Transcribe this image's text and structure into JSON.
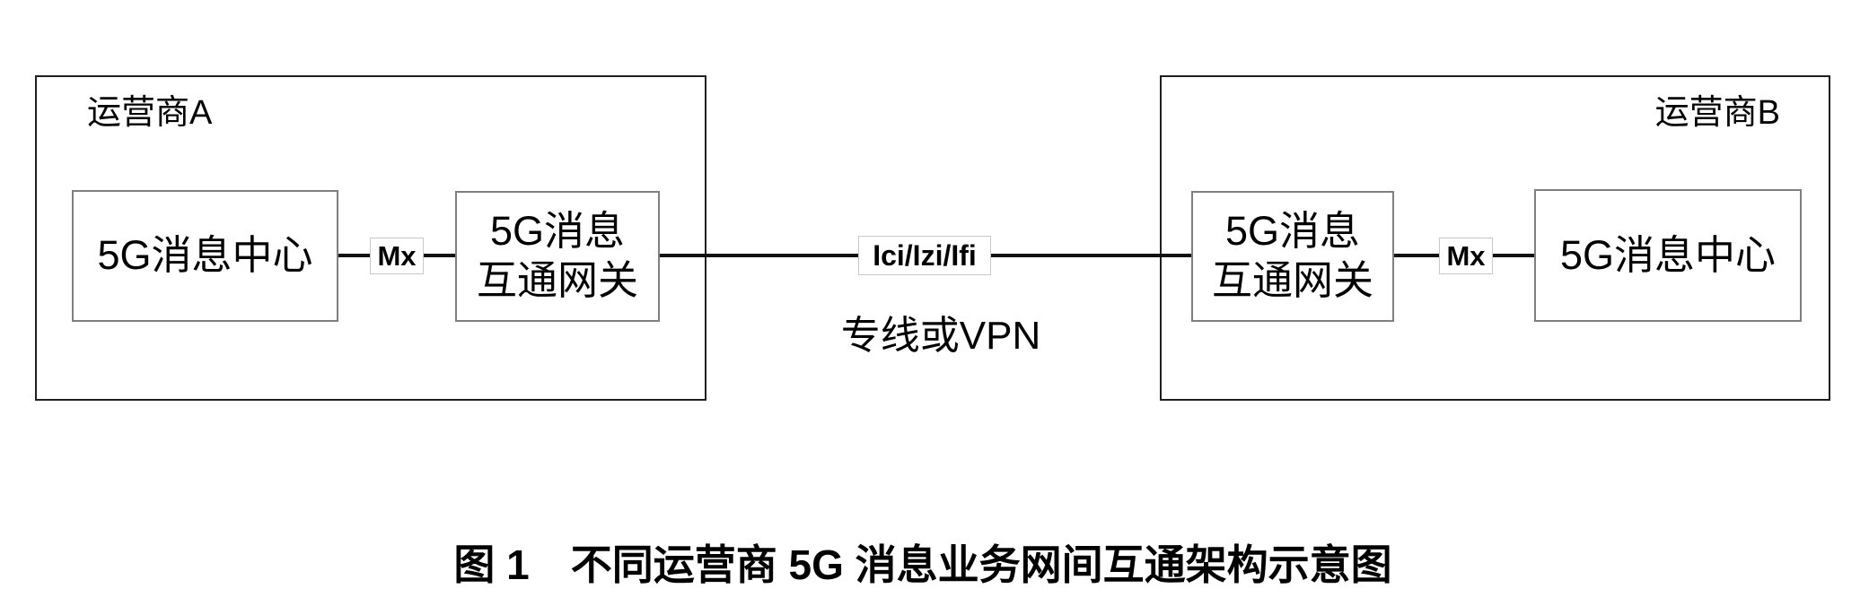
{
  "diagram": {
    "operator_a": {
      "label": "运营商A",
      "message_center": "5G消息中心",
      "gateway": "5G消息\n互通网关",
      "mx_interface": "Mx"
    },
    "operator_b": {
      "label": "运营商B",
      "message_center": "5G消息中心",
      "gateway": "5G消息\n互通网关",
      "mx_interface": "Mx"
    },
    "interconnect": {
      "interface_label": "Ici/Izi/Ifi",
      "link_label": "专线或VPN"
    },
    "caption": "图 1　不同运营商 5G 消息业务网间互通架构示意图"
  },
  "colors": {
    "background": "#ffffff",
    "text": "#000000",
    "outer_box_border": "#1f1f1f",
    "inner_box_border": "#7f7f7f",
    "interface_label_border": "#c9c9c9",
    "connector_line": "#111111"
  }
}
